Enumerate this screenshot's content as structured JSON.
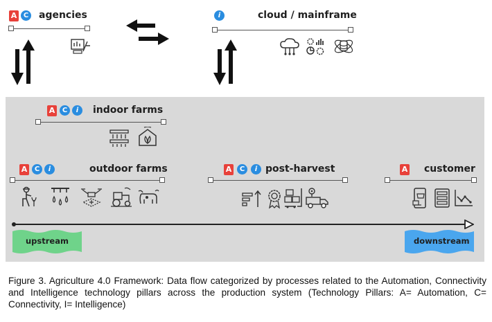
{
  "nodes": {
    "agencies": {
      "title": "agencies",
      "pillars": [
        "A",
        "C"
      ]
    },
    "cloud": {
      "title": "cloud / mainframe",
      "pillars": [
        "I"
      ]
    },
    "indoor": {
      "title": "indoor farms",
      "pillars": [
        "A",
        "C",
        "I"
      ]
    },
    "outdoor": {
      "title": "outdoor farms",
      "pillars": [
        "A",
        "C",
        "I"
      ]
    },
    "postharvest": {
      "title": "post-harvest",
      "pillars": [
        "A",
        "C",
        "I"
      ]
    },
    "customer": {
      "title": "customer",
      "pillars": [
        "A"
      ]
    }
  },
  "flow": {
    "start_label": "upstream",
    "end_label": "downstream"
  },
  "caption": "Figure 3. Agriculture 4.0 Framework: Data flow categorized by processes related to the Automation, Connectivity and Intelligence technology pillars across the production system (Technology Pillars: A= Automation, C= Connectivity, I= Intelligence)",
  "colors": {
    "automation": "#e8413a",
    "connectivity": "#2a8de0",
    "intelligence": "#2a8de0",
    "upstream": "#6fd38a",
    "downstream": "#4aa6ee",
    "panel": "#d9d9d9"
  },
  "icons": {
    "agencies": [
      "farm-management-icon"
    ],
    "cloud": [
      "cloud-network-icon",
      "analytics-gears-icon",
      "database-icon"
    ],
    "indoor": [
      "hydroponics-icon",
      "greenhouse-icon"
    ],
    "outdoor": [
      "farmer-icon",
      "irrigation-icon",
      "drone-icon",
      "tractor-icon",
      "livestock-icon"
    ],
    "postharvest": [
      "sorting-icon",
      "quality-badge-icon",
      "warehouse-icon",
      "delivery-truck-icon"
    ],
    "customer": [
      "mobile-shop-icon",
      "server-icon",
      "price-chart-icon"
    ]
  }
}
